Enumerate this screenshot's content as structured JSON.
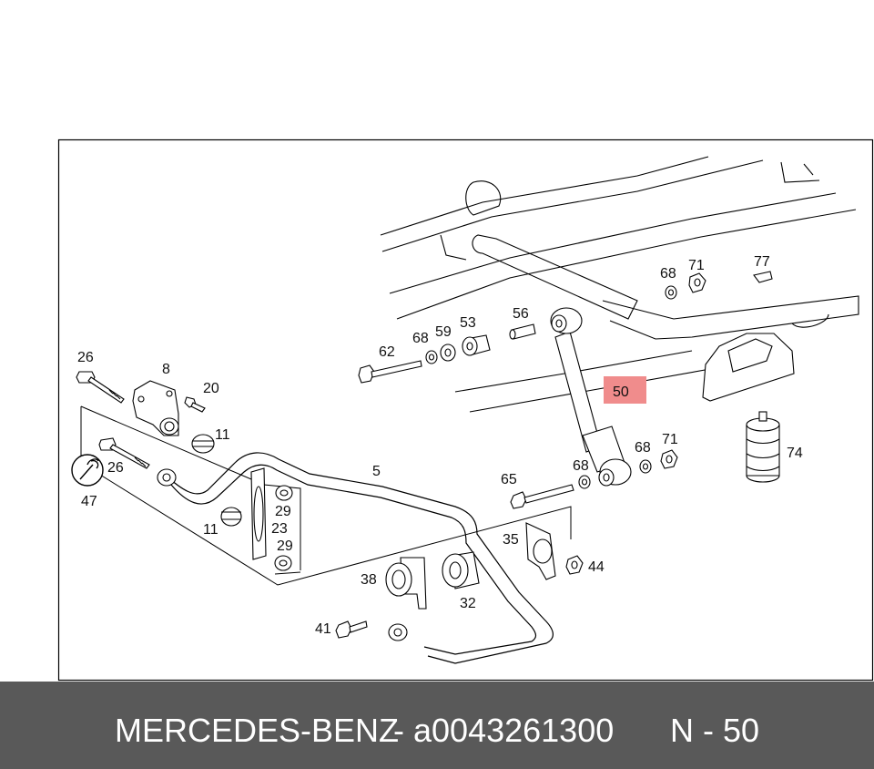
{
  "highlight": {
    "label": "50",
    "color": "#f08c8c"
  },
  "callouts": {
    "c26a": "26",
    "c8": "8",
    "c20": "20",
    "c11a": "11",
    "c26b": "26",
    "c47": "47",
    "c11b": "11",
    "c29a": "29",
    "c23": "23",
    "c29b": "29",
    "c5": "5",
    "c62": "62",
    "c68a": "68",
    "c59": "59",
    "c53": "53",
    "c56": "56",
    "c68b": "68",
    "c71a": "71",
    "c77": "77",
    "c65": "65",
    "c68c": "68",
    "c68d": "68",
    "c71b": "71",
    "c74": "74",
    "c35": "35",
    "c44": "44",
    "c38": "38",
    "c32": "32",
    "c41": "41"
  },
  "footer": {
    "brand": "MERCEDES-BENZ",
    "separator": "-",
    "part_number": "a0043261300",
    "position_ref": "N - 50",
    "background": "#595959"
  }
}
